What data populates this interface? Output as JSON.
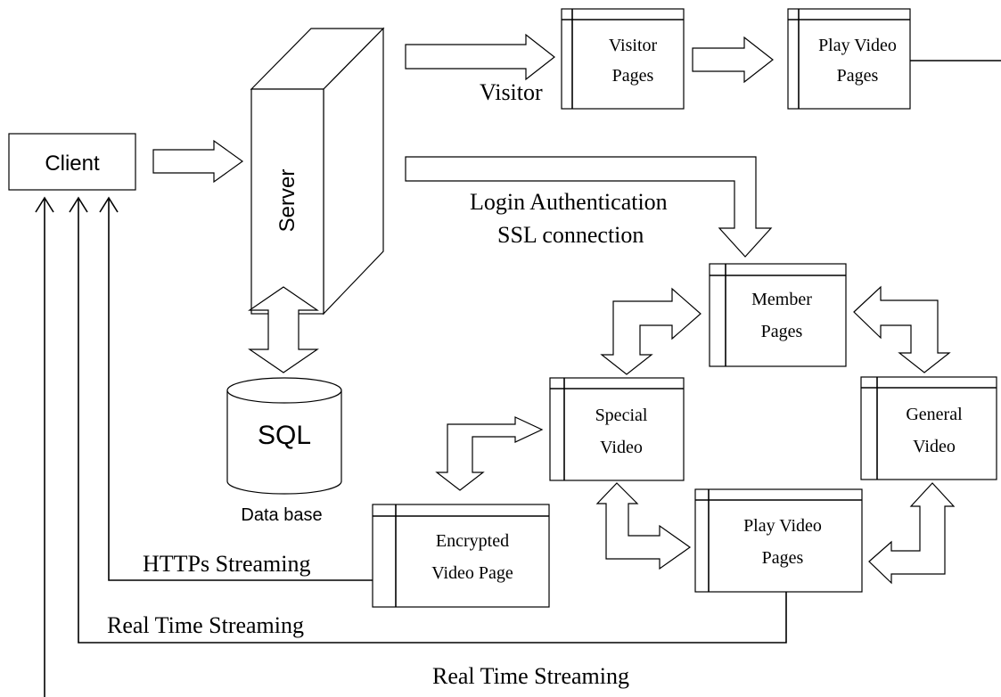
{
  "nodes": {
    "client": "Client",
    "server": "Server",
    "sql": "SQL",
    "database": "Data base",
    "visitor_pages": [
      "Visitor",
      "Pages"
    ],
    "play_video_top": [
      "Play Video",
      "Pages"
    ],
    "member_pages": [
      "Member",
      "Pages"
    ],
    "special_video": [
      "Special",
      "Video"
    ],
    "general_video": [
      "General",
      "Video"
    ],
    "encrypted_video": [
      "Encrypted",
      "Video Page"
    ],
    "play_video_bottom": [
      "Play Video",
      "Pages"
    ]
  },
  "edges": {
    "visitor": "Visitor",
    "login_auth": "Login Authentication",
    "ssl_connection": "SSL connection",
    "https_streaming": "HTTPs Streaming",
    "real_time_1": "Real Time Streaming",
    "real_time_2": "Real Time Streaming"
  }
}
